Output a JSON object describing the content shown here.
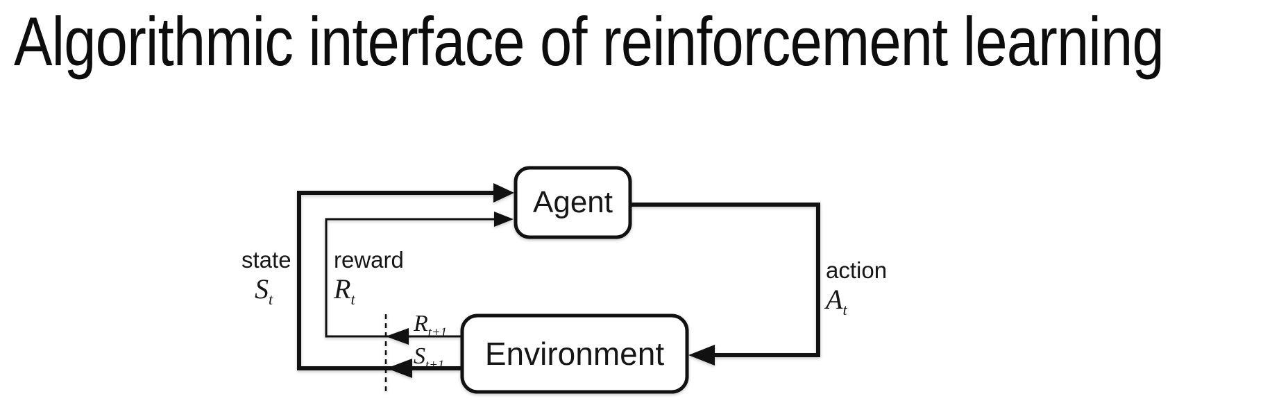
{
  "title": "Algorithmic interface of reinforcement learning",
  "diagram": {
    "agent": {
      "label": "Agent"
    },
    "environment": {
      "label": "Environment"
    },
    "state": {
      "label": "state",
      "symbol_base": "S",
      "symbol_sub": "t"
    },
    "reward": {
      "label": "reward",
      "symbol_base": "R",
      "symbol_sub": "t"
    },
    "action": {
      "label": "action",
      "symbol_base": "A",
      "symbol_sub": "t"
    },
    "next_reward": {
      "symbol_base": "R",
      "symbol_sub": "t+1"
    },
    "next_state": {
      "symbol_base": "S",
      "symbol_sub": "t+1"
    },
    "colors": {
      "line": "#111111",
      "text": "#161616",
      "box_fill": "#ffffff",
      "background": "#ffffff"
    }
  }
}
